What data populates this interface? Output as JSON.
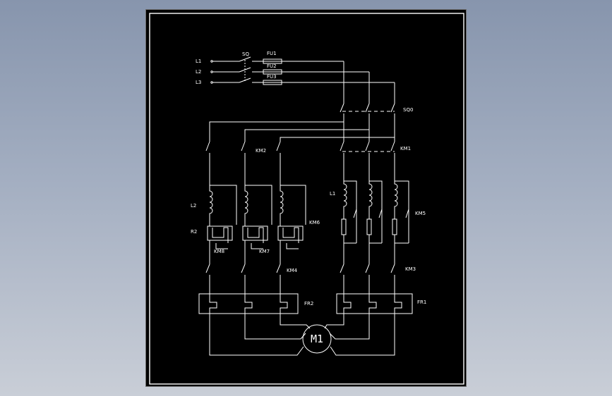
{
  "colors": {
    "background": "#000000",
    "lines": "#ffffff",
    "viewport": "#a3aec1"
  },
  "labels": {
    "l1_in": "L1",
    "l2_in": "L2",
    "l3_in": "L3",
    "sq": "SQ",
    "fu1": "FU1",
    "fu2": "FU2",
    "fu3": "FU3",
    "sq0": "SQ0",
    "km1": "KM1",
    "km2": "KM2",
    "l1_reactor": "L1",
    "l2_reactor": "L2",
    "r2": "R2",
    "km5": "KM5",
    "km6": "KM6",
    "km8": "KM8",
    "km7": "KM7",
    "km4": "KM4",
    "km3": "KM3",
    "fr2": "FR2",
    "fr1": "FR1",
    "motor": "M1"
  }
}
